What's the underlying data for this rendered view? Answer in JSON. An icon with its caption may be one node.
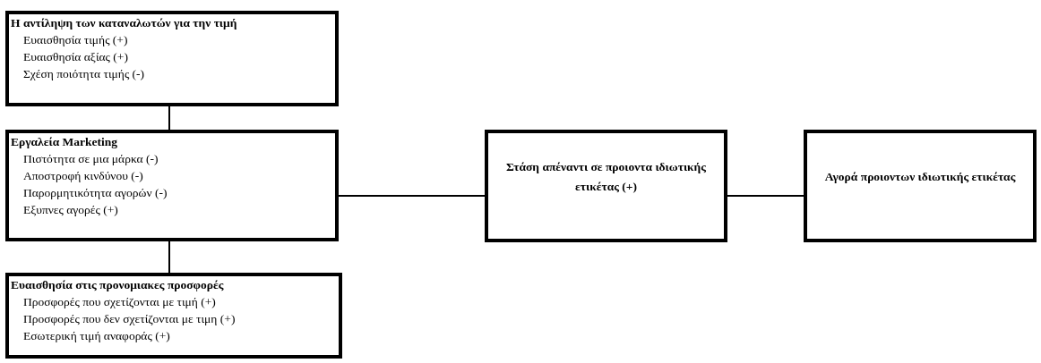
{
  "diagram": {
    "nodes": [
      {
        "text": [
          "Η αντίληψη των καταναλωτών για την τιμή",
          "Ευαισθησία τιμής (+)",
          "Ευαισθησία αξίας (+)",
          "Σχέση ποιότητα τιμής (-)"
        ]
      },
      {
        "text": [
          "Εργαλεία Marketing",
          "Πιστότητα σε μια μάρκα (-)",
          "Αποστροφή κινδύνου (-)",
          "Παρορμητικότητα αγορών (-)",
          "Εξυπνες αγορές (+)"
        ]
      },
      {
        "text": [
          "Ευαισθησία στις προνομιακες προσφορές",
          "Προσφορές που σχετίζονται με τιμή (+)",
          "Προσφορές που δεν σχετίζονται με τιμη (+)",
          "Εσωτερική τιμή αναφοράς (+)"
        ]
      },
      {
        "text": [
          "Στάση απέναντι σε προιοντα ιδιωτικής ετικέτας (+)"
        ]
      },
      {
        "text": [
          "Αγορά προιοντων ιδιωτικής ετικέτας"
        ]
      }
    ],
    "edges": [
      {
        "from": 0,
        "to": 1,
        "arrow": "none"
      },
      {
        "from": 1,
        "to": 2,
        "arrow": "none"
      },
      {
        "from": 1,
        "to": 3,
        "arrow": "none"
      },
      {
        "from": 3,
        "to": 4,
        "arrow": "none"
      }
    ]
  }
}
